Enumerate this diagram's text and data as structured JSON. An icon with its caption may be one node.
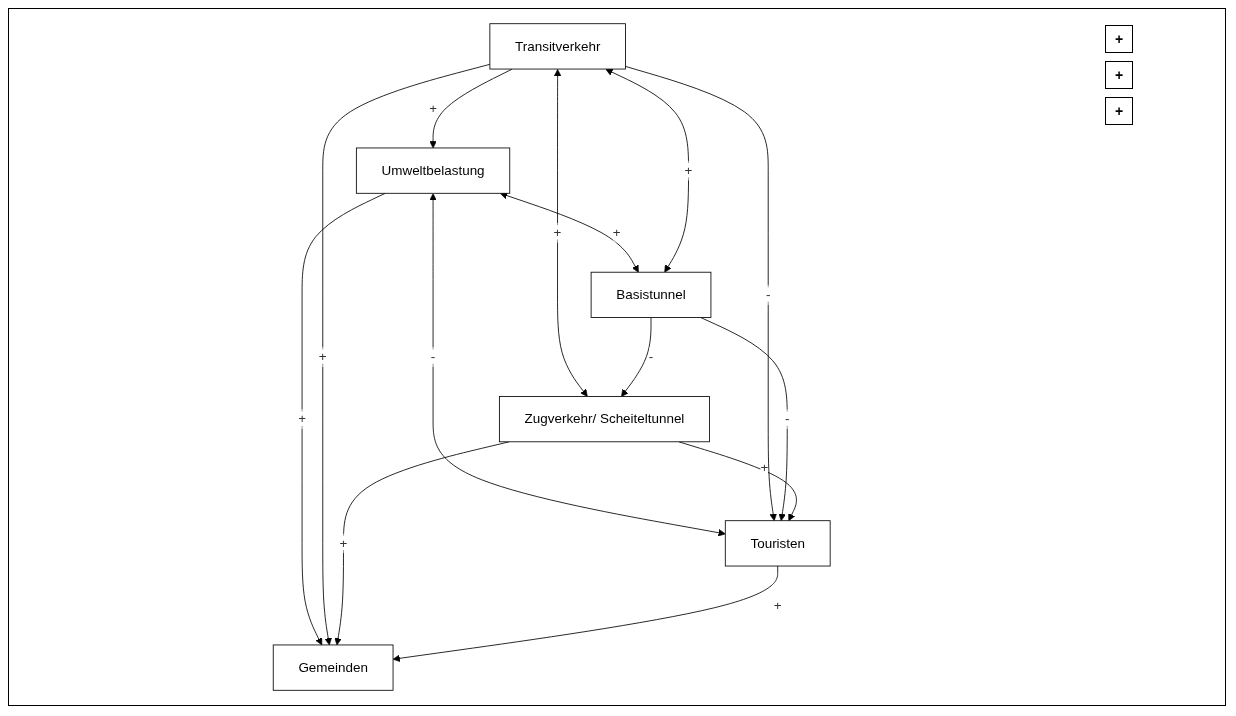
{
  "diagram": {
    "nodes": [
      {
        "text": [
          "Umweltbelastung"
        ]
      },
      {
        "text": [
          "Transitverkehr"
        ]
      },
      {
        "text": [
          "Basistunnel"
        ]
      },
      {
        "text": [
          "Gemeinden"
        ]
      },
      {
        "text": [
          "Zugverkehr/ Scheiteltunnel"
        ]
      },
      {
        "text": [
          "Touristen"
        ]
      }
    ],
    "edges": [
      {
        "from": 1,
        "to": 0,
        "arrow": "to",
        "label": "+"
      },
      {
        "from": 0,
        "to": 2,
        "arrow": "both",
        "label": "+"
      },
      {
        "from": 1,
        "to": 2,
        "arrow": "both",
        "label": "+"
      },
      {
        "from": 0,
        "to": 3,
        "arrow": "to",
        "label": "+"
      },
      {
        "from": 1,
        "to": 3,
        "arrow": "to",
        "label": "+"
      },
      {
        "from": 0,
        "to": 5,
        "arrow": "both",
        "label": "-"
      },
      {
        "from": 1,
        "to": 5,
        "arrow": "to",
        "label": "-"
      },
      {
        "from": 1,
        "to": 4,
        "arrow": "both",
        "label": "+"
      },
      {
        "from": 2,
        "to": 4,
        "arrow": "to",
        "label": "-"
      },
      {
        "from": 2,
        "to": 5,
        "arrow": "to",
        "label": "-"
      },
      {
        "from": 4,
        "to": 3,
        "arrow": "to",
        "label": "+"
      },
      {
        "from": 4,
        "to": 5,
        "arrow": "to",
        "label": "+"
      },
      {
        "from": 5,
        "to": 3,
        "arrow": "to",
        "label": "+"
      }
    ],
    "labels": [
      "+",
      "+",
      "+"
    ]
  }
}
